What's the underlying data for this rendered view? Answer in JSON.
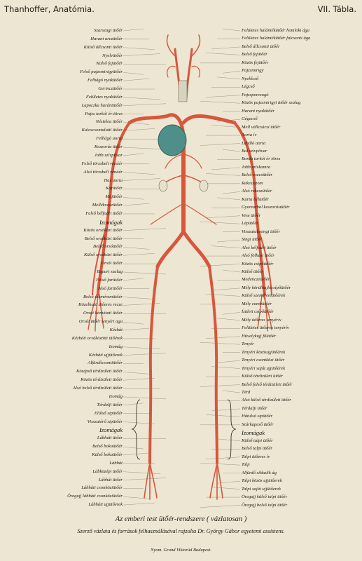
{
  "header": {
    "left": "Thanhoffer, Anatómia.",
    "right": "VII. Tábla."
  },
  "labels_left": [
    "Szarszagi ütőér",
    "Harant arczütőér",
    "Külső állcsonti ütőér",
    "Nyelvütőér",
    "Külső fejütőér",
    "Felső pajzsmirigyütőér",
    "Felhágó nyakütőér",
    "Gerinczütőér",
    "Felületes nyakütőér",
    "Lapoczka harántütőér",
    "Pajzs tarkói ér-törzs",
    "Nézteleu ütőér",
    "Kulcscsontalatti ütőér",
    "Felhágó aorta",
    "Koszorús ütőér",
    "Jobb szívpitvar",
    "Felső törzsbeli vénáér",
    "Alsó törzsbeli vénáér",
    "Has aorta",
    "Karütőér",
    "Májütőér",
    "Mellékveseütőér",
    "Felső bélfodri ütőér",
    "Izomágak",
    "Közös orsóközi ütőér",
    "Belső orsóközi ütőér",
    "Belső orsóütőér",
    "Külső orsóközi ütőér",
    "Orsói ütőér",
    "Bupart szalag",
    "Felső farütőér",
    "Alsó farütőér",
    "Belső szeméremütőér",
    "Közelhatö ütőeres recze",
    "Orsói kézhátati ütőér",
    "Orsói ütőér tenyéri aga",
    "Kézhát",
    "Kézháti orsóközötti ütőérek",
    "Izomág",
    "Kézháti ujjütőerek",
    "Alfürdőcsontiütőér",
    "Középső térdizületi ütőér",
    "Közös térdizületi ütőér",
    "Alsó belső térdizületi ütőér",
    "Izomág",
    "Térdalji ütőér",
    "Elülső sipütőér",
    "Visszatérő sipütőér",
    "Izomágak",
    "Lábháti ütőér",
    "Belső bokaütőér",
    "Külső bokaütőér",
    "Lábhát",
    "Lábközépi ütőér",
    "Lábhát ütőér",
    "Lábháti csonköziütőér",
    "Öregujj lábháti csonköziütőér",
    "Lábháti ujjütőerek"
  ],
  "labels_right": [
    "Felületes halántékütőér homloki ága",
    "Felületes halántékütőér falcsonti ága",
    "Belső állcsonti ütőér",
    "Belső fejütőér",
    "Közös fejütőér",
    "Pajzsmirigy",
    "Nyelőcső",
    "Légcső",
    "Pajzsporczogó",
    "Közös pajzsmirigyi ütőér szalag",
    "Harant nyakütőér",
    "Gégecső",
    "Mell vállcsúcsi ütőér",
    "Aorta ív",
    "Leháló aorta",
    "Bal szívpitvar",
    "Borda tarkói ér törzs",
    "Jobb szívkamra",
    "Belső csecsütőér",
    "Rekeszizom",
    "Alsó rekeszütőér",
    "Kurta bélütőér",
    "Gyomorbal koszorúsütőér",
    "Vese ütőér",
    "Lépütőér",
    "Visszatalosingi ütőér",
    "Singi ütőér",
    "Alsó bélfodri ütőér",
    "Alsó fölhasi ütőér",
    "Közös csípőütőér",
    "Külső ütőér",
    "Medenczeütőér",
    "Mély körülhajlócsípőütőér",
    "Külső szeméremütőérek",
    "Mély combütőér",
    "Ízületi csípőütőér",
    "Mély ütőeres tenyérív",
    "Felületes ütőeres tenyérív",
    "Hüvelykujj főütőér",
    "Tenyér",
    "Tenyéri közösujjütőérek",
    "Tenyéri csontközi ütőér",
    "Tenyéri saját ujjütőérek",
    "Külső térdizületi ütőér",
    "Belső felső térdizületi ütőér",
    "Térd",
    "Alsó külső térdizületi ütőér",
    "Térdalji ütőér",
    "Hátulsó sipütőér",
    "Szárkapeső ütőér",
    "Izomágak",
    "Külső talpi ütőér",
    "Belső talpi ütőér",
    "Talpi ütőeres ív",
    "Talp",
    "Alfürdő sikkalik ág",
    "Talpi közös ujjütőerek",
    "Talpi saját ujjütőerek",
    "Öregujj külső talpi ütőér",
    "Öregujj belső talpi ütőér"
  ],
  "caption": {
    "title": "Az emberi test ütőér-rendszere  ( vázlatosan )",
    "subtitle": "Szerző vázlata és források felhasználásával rajzolta Dr. György Gábor egyetemi assistens.",
    "printer": "Nyom. Grund Viktorúd Budapest."
  },
  "colors": {
    "artery": "#d8563c",
    "heart": "#4f8f8a",
    "paper": "#ece6d2",
    "ink": "#1c1a14"
  }
}
